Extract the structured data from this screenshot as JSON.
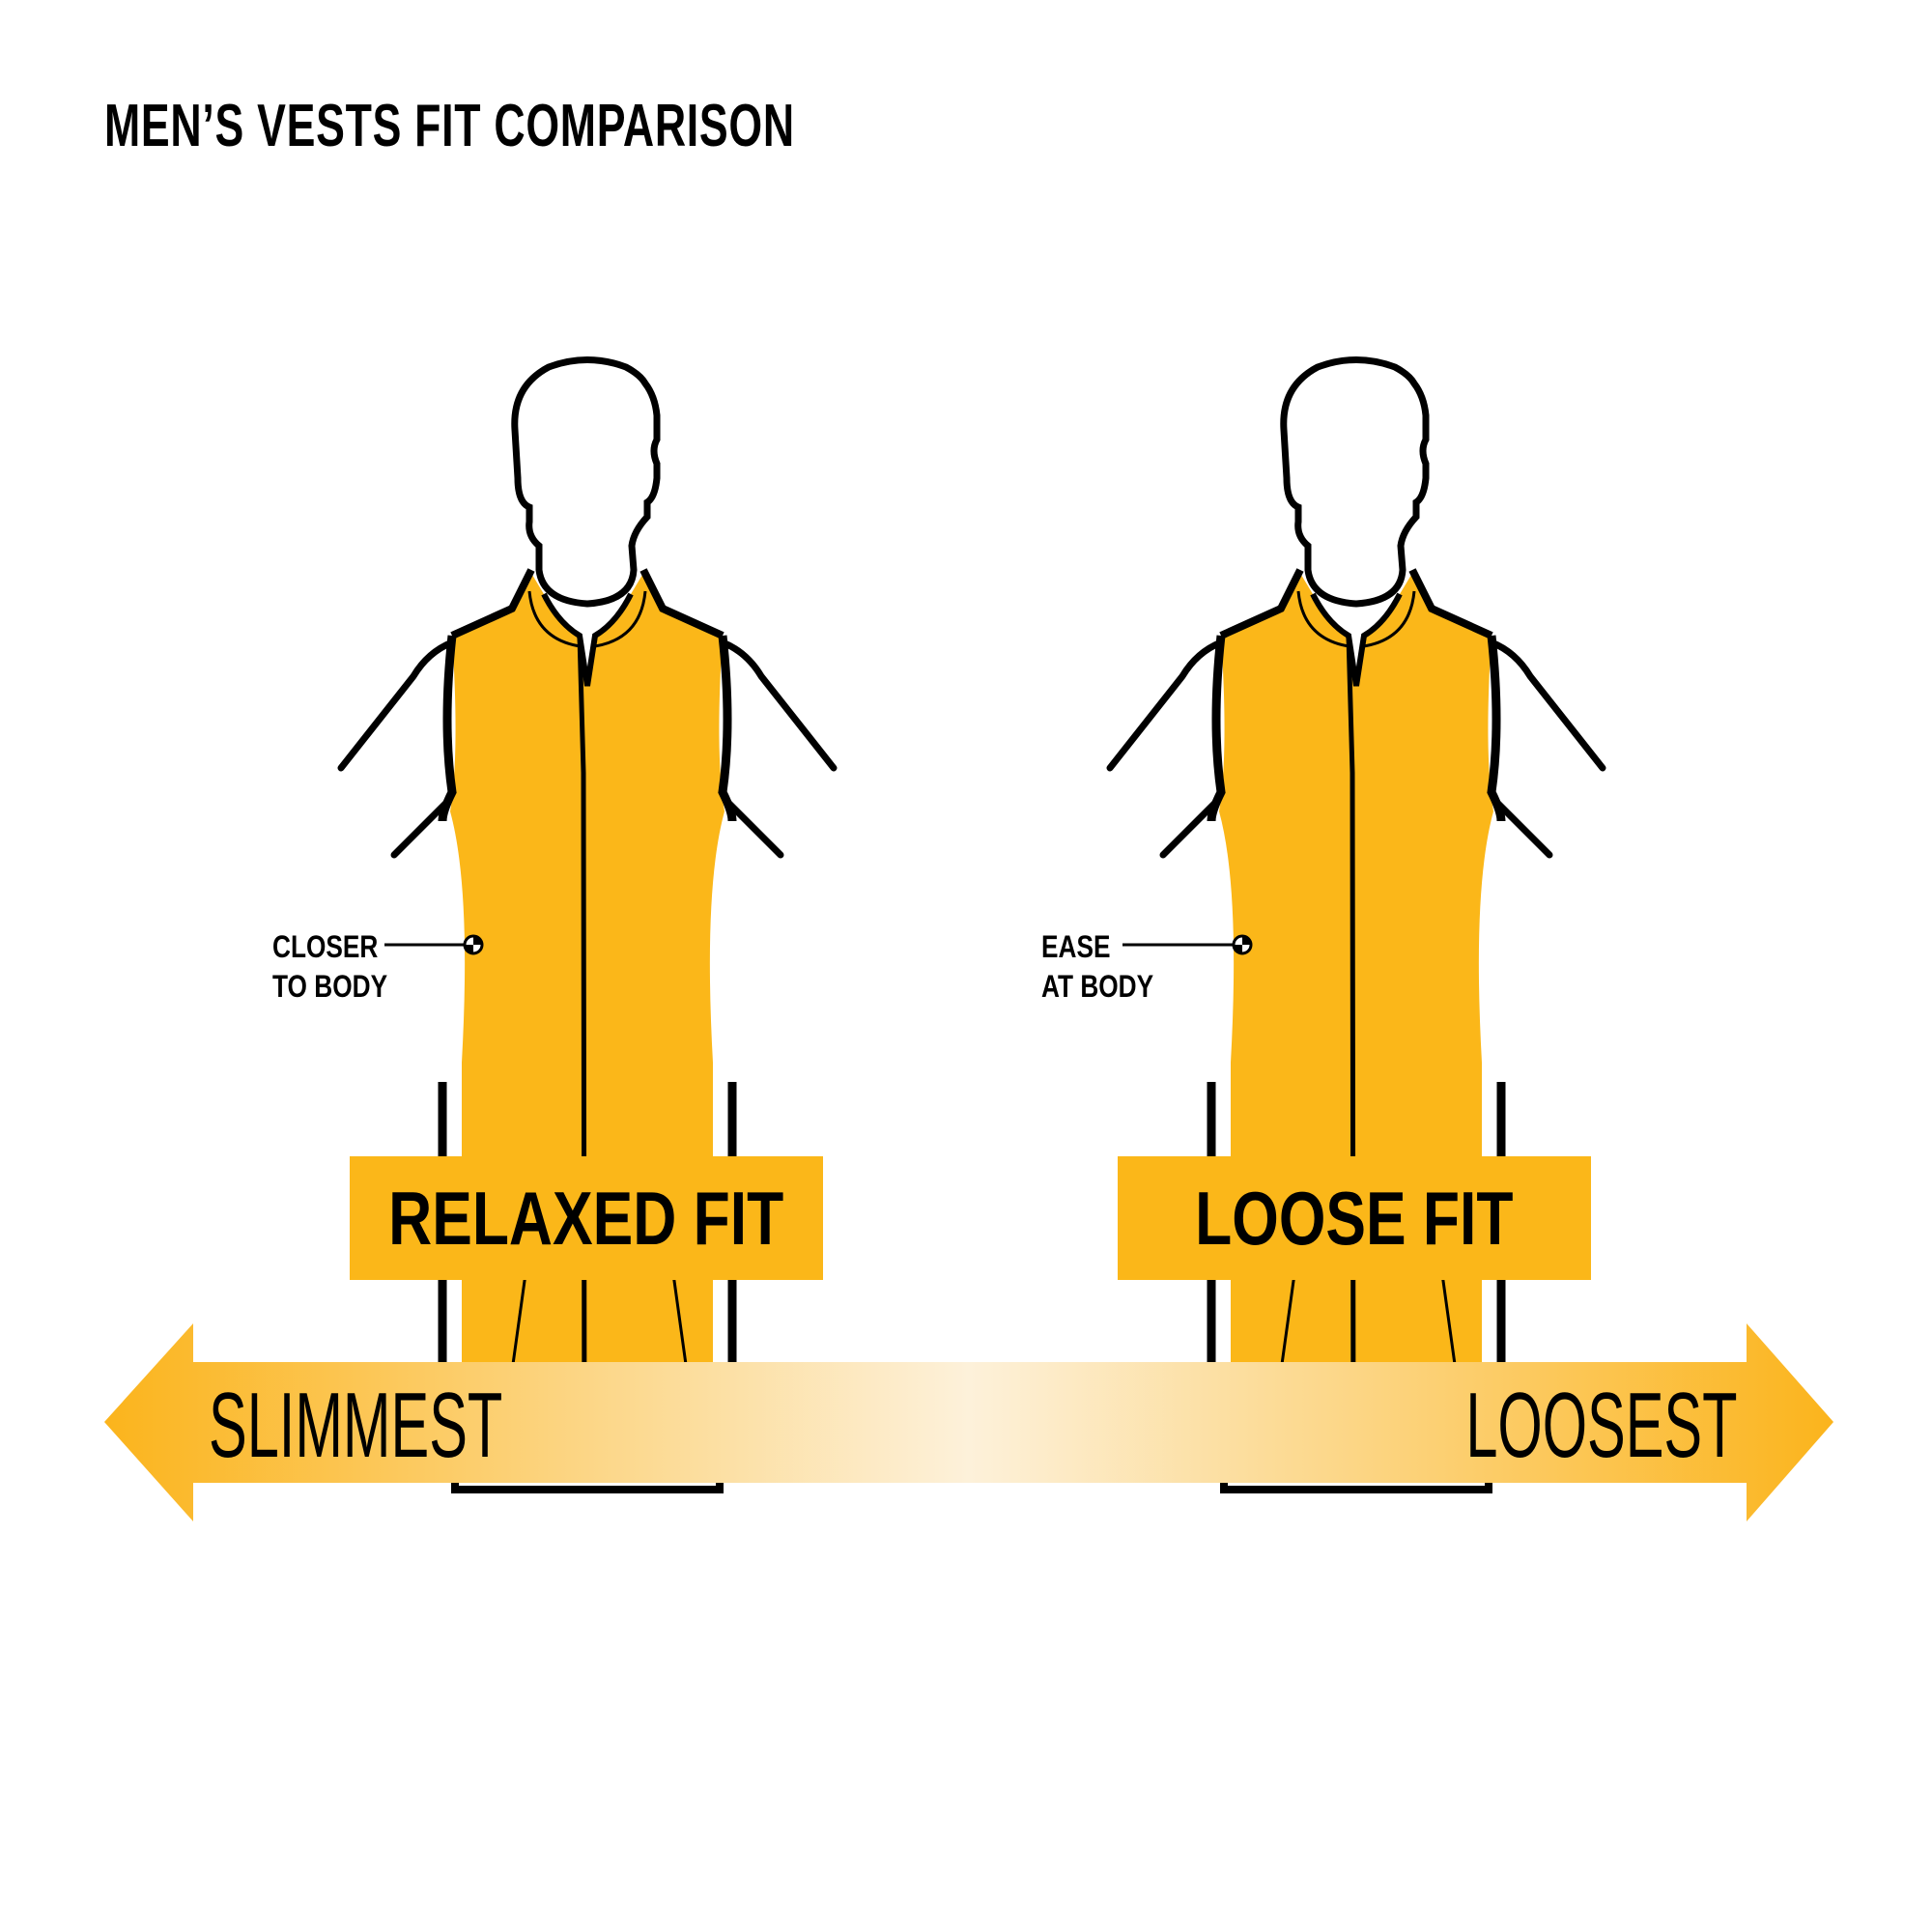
{
  "title": "MEN’S VESTS FIT COMPARISON",
  "colors": {
    "accent": "#fbb719",
    "arrow_end": "#fbb930",
    "arrow_center": "#fdf0d5",
    "outline": "#000000",
    "background": "#ffffff"
  },
  "figures": [
    {
      "id": "relaxed",
      "fit_label": "RELAXED FIT",
      "callout": {
        "line1": "CLOSER",
        "line2": "TO BODY"
      }
    },
    {
      "id": "loose",
      "fit_label": "LOOSE FIT",
      "callout": {
        "line1": "EASE",
        "line2": "AT BODY"
      }
    }
  ],
  "scale": {
    "left_label": "SLIMMEST",
    "right_label": "LOOSEST"
  }
}
